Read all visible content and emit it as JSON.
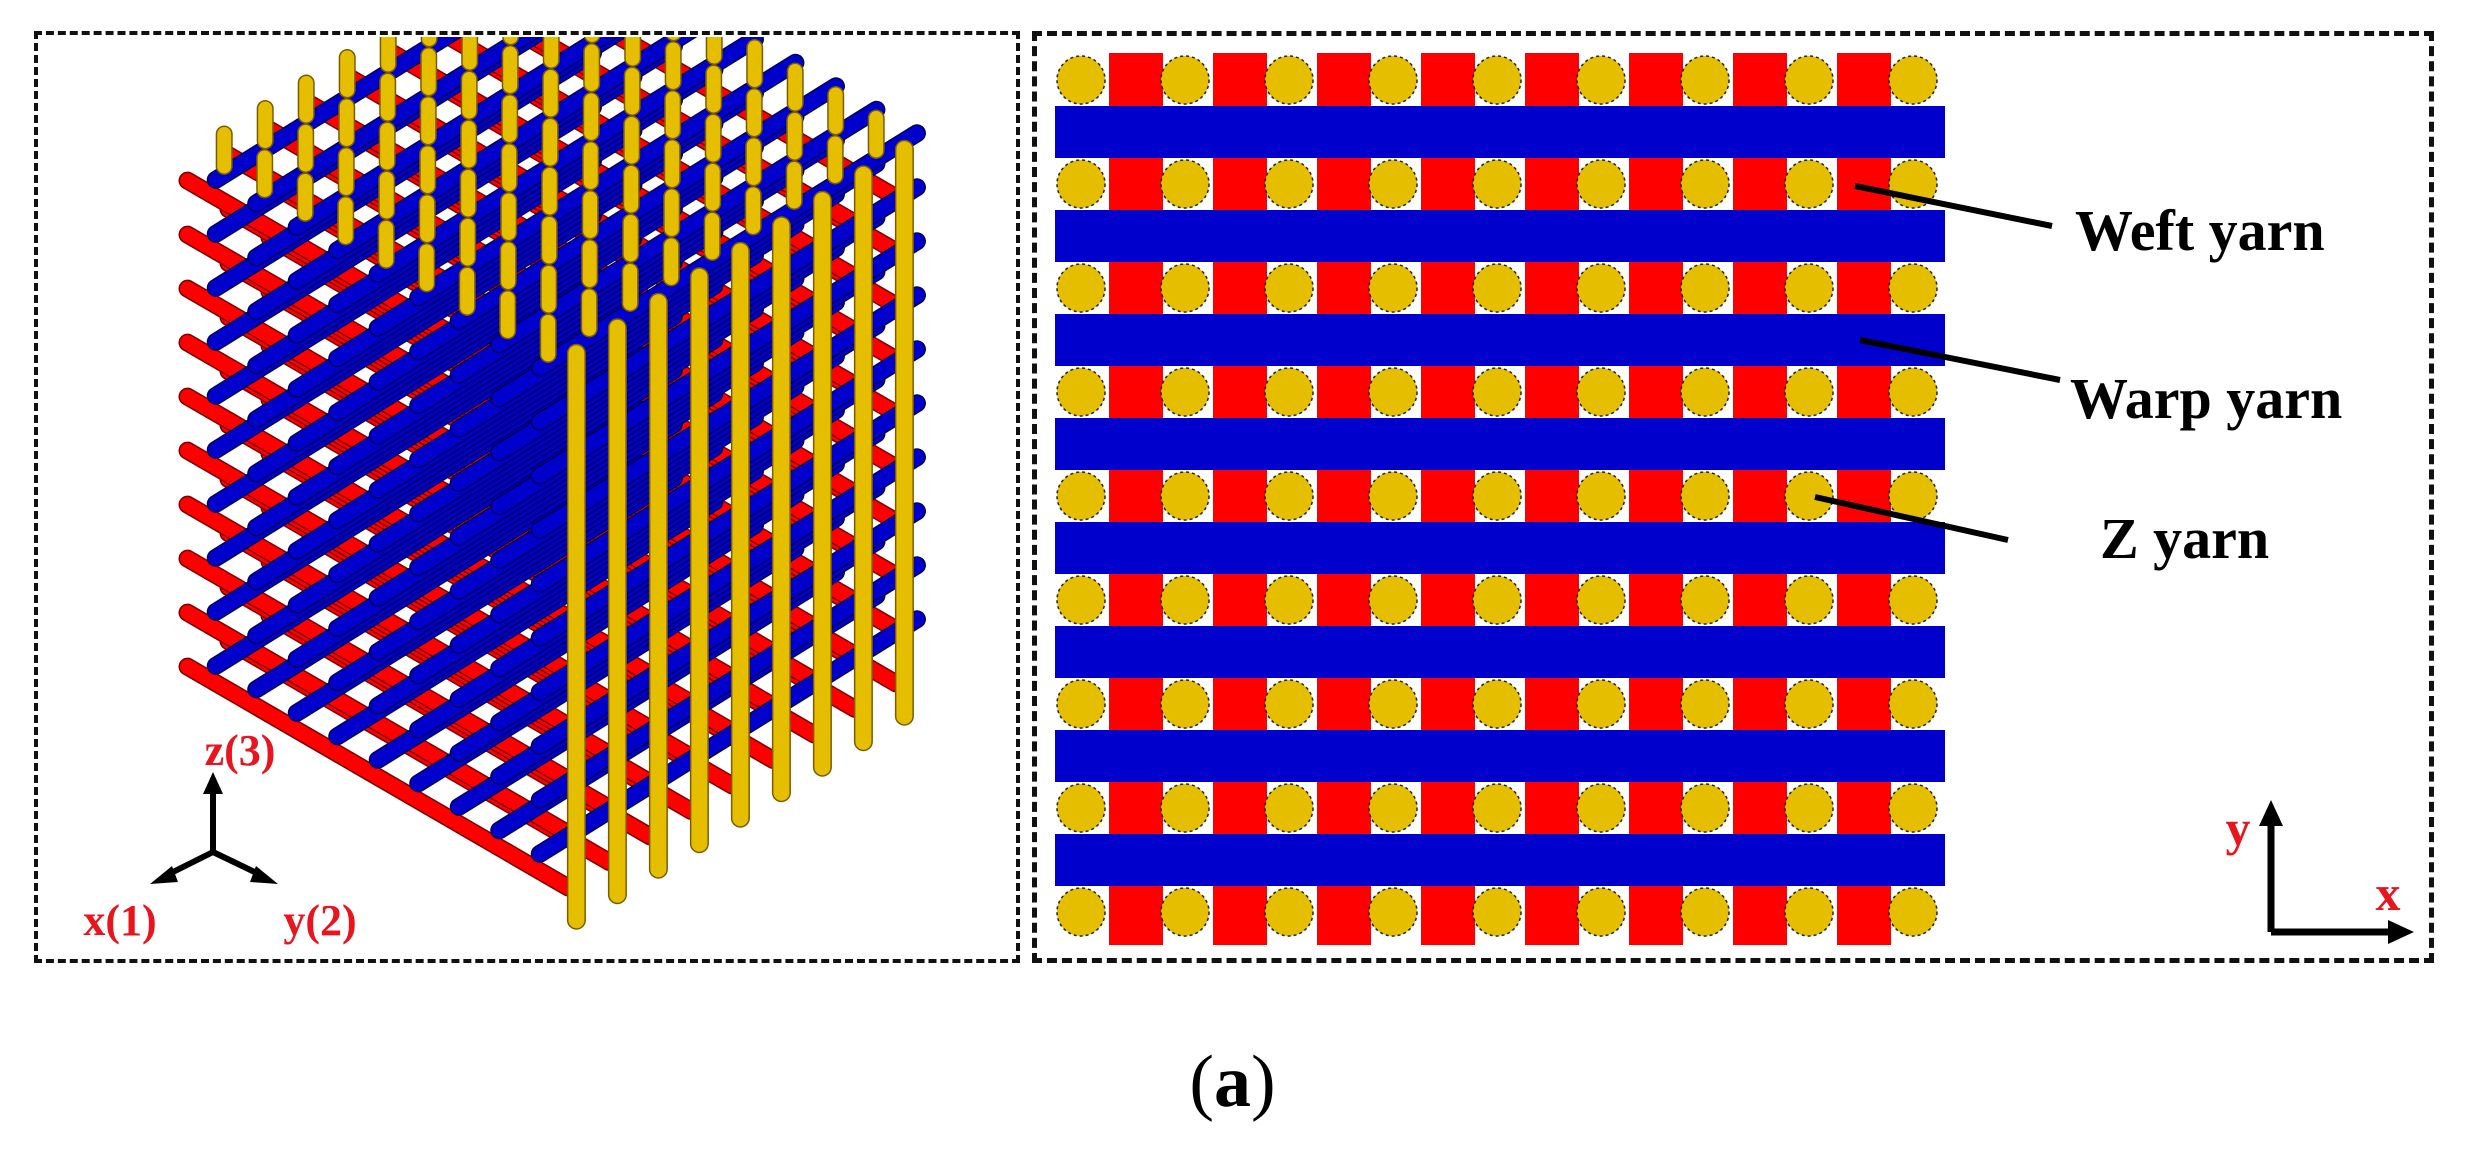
{
  "left_panel": {
    "axes": {
      "z_label": "z(3)",
      "x_label": "x(1)",
      "y_label": "y(2)"
    }
  },
  "right_panel": {
    "labels": {
      "weft": "Weft yarn",
      "warp": "Warp yarn",
      "z": "Z yarn"
    },
    "axes": {
      "y_label": "y",
      "x_label": "x"
    }
  },
  "caption": {
    "open": "(",
    "letter": "a",
    "close": ")"
  },
  "colors": {
    "weft_red": "#ff0000",
    "warp_blue": "#0000cc",
    "z_yellow": "#e6be00",
    "axis_label_red": "#e8141e",
    "axis_black": "#000000"
  }
}
